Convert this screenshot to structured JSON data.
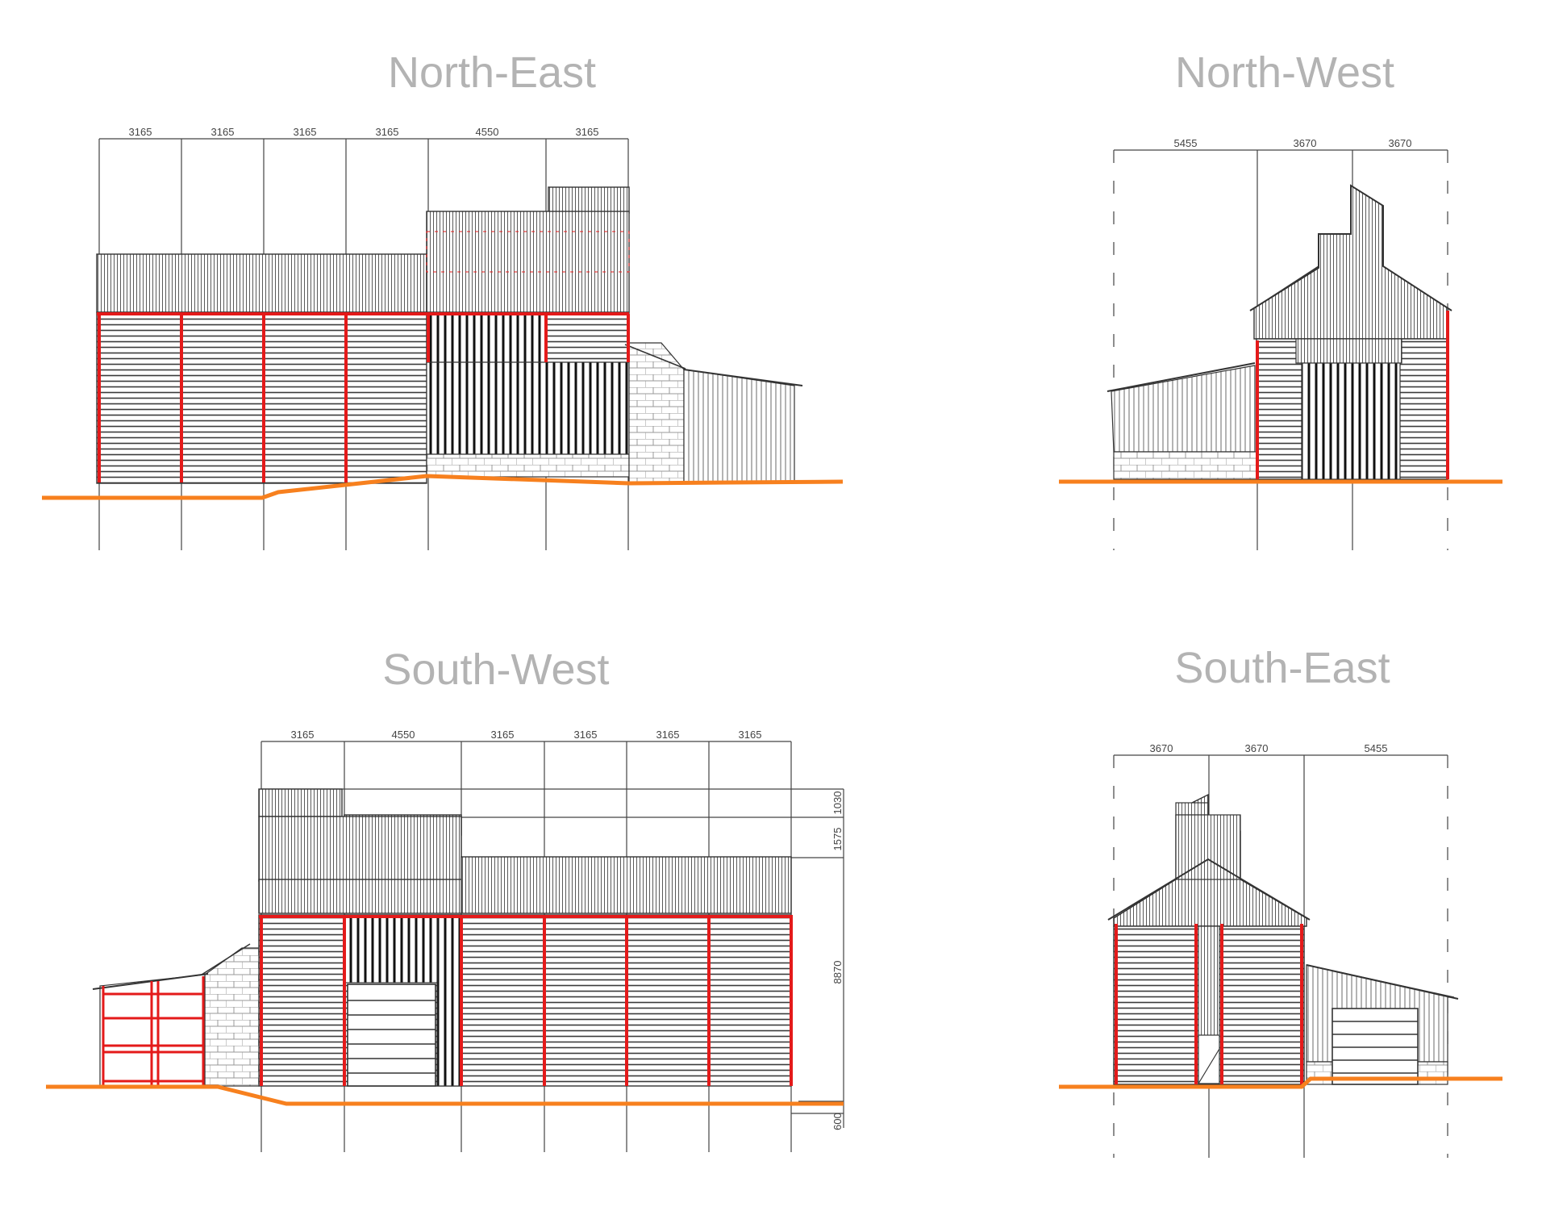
{
  "elevations": [
    {
      "id": "north-east",
      "title": "North-East",
      "dims": [
        "3165",
        "3165",
        "3165",
        "3165",
        "4550",
        "3165"
      ]
    },
    {
      "id": "north-west",
      "title": "North-West",
      "dims": [
        "5455",
        "3670",
        "3670"
      ]
    },
    {
      "id": "south-west",
      "title": "South-West",
      "dims": [
        "3165",
        "4550",
        "3165",
        "3165",
        "3165",
        "3165"
      ],
      "height_dims": [
        "1030",
        "1575",
        "8870",
        "600"
      ]
    },
    {
      "id": "south-east",
      "title": "South-East",
      "dims": [
        "3670",
        "3670",
        "5455"
      ]
    }
  ],
  "colors": {
    "frame": "#e41a1a",
    "ground": "#f7801e",
    "title": "#b3b3b3",
    "line": "#333333"
  }
}
